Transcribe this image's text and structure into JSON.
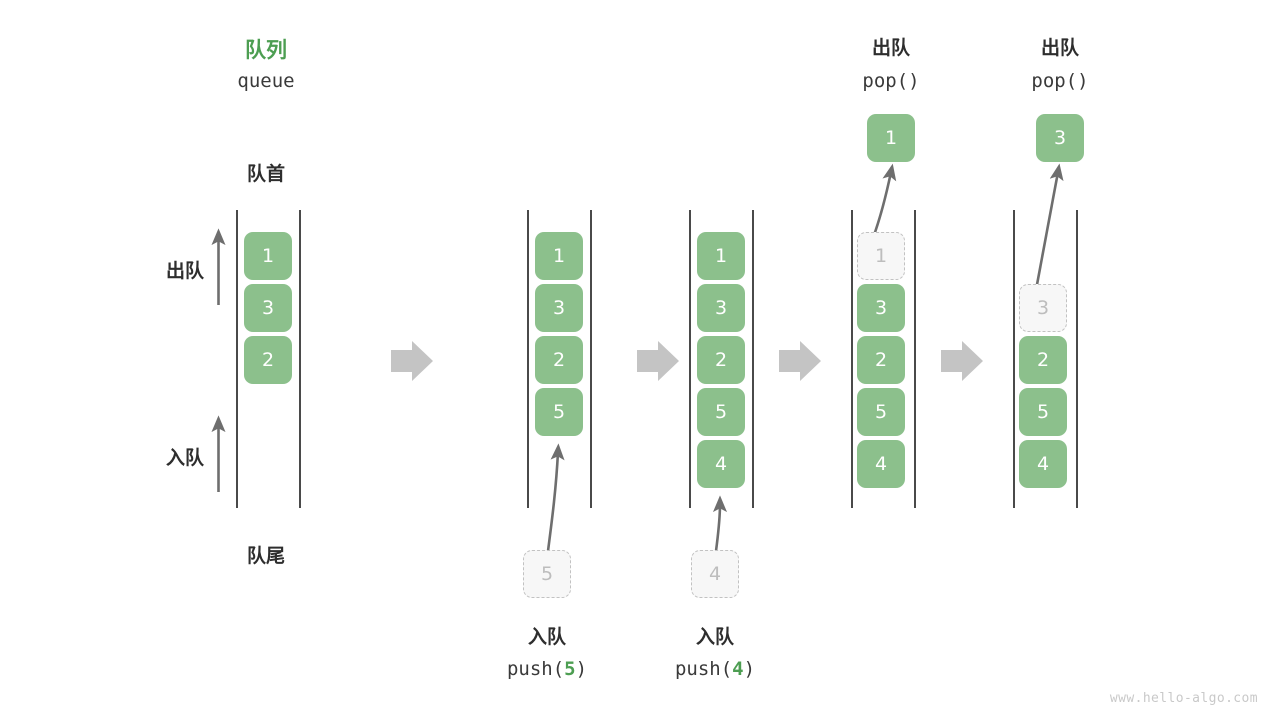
{
  "meta": {
    "watermark": "www.hello-algo.com",
    "colors": {
      "element_green": "#8cc08c",
      "accent_green": "#4d9e52",
      "ghost_fill": "#f7f7f7",
      "ghost_border": "#c2c2c2",
      "ghost_text": "#bdbdbd",
      "rail": "#4a4a4a",
      "arrow_gray": "#6e6e6e",
      "step_arrow_gray": "#c4c4c4",
      "text_dark": "#2e2e2e",
      "watermark_gray": "#c9c9c9"
    }
  },
  "title": {
    "cn": "队列",
    "en": "queue"
  },
  "annotations": {
    "front_label": "队首",
    "rear_label": "队尾",
    "dequeue_label": "出队",
    "enqueue_label": "入队"
  },
  "columns": [
    {
      "id": "initial",
      "name": "initial-queue",
      "cells": [
        {
          "value": "1",
          "state": "filled"
        },
        {
          "value": "3",
          "state": "filled"
        },
        {
          "value": "2",
          "state": "filled"
        }
      ]
    },
    {
      "id": "push5",
      "name": "queue-after-push-5",
      "caption_cn": "入队",
      "caption_fn_prefix": "push(",
      "caption_fn_arg": "5",
      "caption_fn_suffix": ")",
      "incoming": {
        "value": "5",
        "state": "ghost"
      },
      "cells": [
        {
          "value": "1",
          "state": "filled"
        },
        {
          "value": "3",
          "state": "filled"
        },
        {
          "value": "2",
          "state": "filled"
        },
        {
          "value": "5",
          "state": "filled"
        }
      ]
    },
    {
      "id": "push4",
      "name": "queue-after-push-4",
      "caption_cn": "入队",
      "caption_fn_prefix": "push(",
      "caption_fn_arg": "4",
      "caption_fn_suffix": ")",
      "incoming": {
        "value": "4",
        "state": "ghost"
      },
      "cells": [
        {
          "value": "1",
          "state": "filled"
        },
        {
          "value": "3",
          "state": "filled"
        },
        {
          "value": "2",
          "state": "filled"
        },
        {
          "value": "5",
          "state": "filled"
        },
        {
          "value": "4",
          "state": "filled"
        }
      ]
    },
    {
      "id": "pop1",
      "name": "queue-after-pop-1",
      "header_cn": "出队",
      "header_fn": "pop()",
      "popped": {
        "value": "1",
        "state": "filled"
      },
      "cells": [
        {
          "value": "1",
          "state": "ghost"
        },
        {
          "value": "3",
          "state": "filled"
        },
        {
          "value": "2",
          "state": "filled"
        },
        {
          "value": "5",
          "state": "filled"
        },
        {
          "value": "4",
          "state": "filled"
        }
      ]
    },
    {
      "id": "pop3",
      "name": "queue-after-pop-3",
      "header_cn": "出队",
      "header_fn": "pop()",
      "popped": {
        "value": "3",
        "state": "filled"
      },
      "cells": [
        {
          "value": "",
          "state": "empty"
        },
        {
          "value": "3",
          "state": "ghost"
        },
        {
          "value": "2",
          "state": "filled"
        },
        {
          "value": "5",
          "state": "filled"
        },
        {
          "value": "4",
          "state": "filled"
        }
      ]
    }
  ]
}
